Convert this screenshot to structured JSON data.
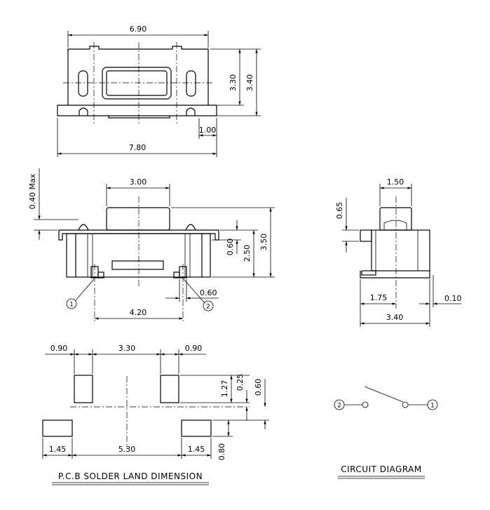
{
  "top_view": {
    "width_690": "6.90",
    "height_330": "3.30",
    "height_340": "3.40",
    "terminal_100": "1.00",
    "width_780": "7.80"
  },
  "front_view": {
    "max_040": "0.40 Max",
    "actuator_300": "3.00",
    "h_060": "0.60",
    "h_250": "2.50",
    "h_350": "3.50",
    "term_060": "0.60",
    "pitch_420": "4.20",
    "pin1": "1",
    "pin2": "2"
  },
  "side_view": {
    "w_150": "1.50",
    "h_065": "0.65",
    "w_175": "1.75",
    "w_010": "0.10",
    "w_340": "3.40"
  },
  "pcb_land": {
    "pad_w_left": "0.90",
    "pad_gap": "3.30",
    "pad_w_right": "0.90",
    "h_127": "1.27",
    "h_025": "0.25",
    "h_060": "0.60",
    "pad_w2_left": "1.45",
    "gap_530": "5.30",
    "pad_w2_right": "1.45",
    "h_080": "0.80",
    "title": "P.C.B SOLDER LAND DIMENSION"
  },
  "circuit": {
    "pin2": "2",
    "pin1": "1",
    "title": "CIRCUIT DIAGRAM"
  }
}
